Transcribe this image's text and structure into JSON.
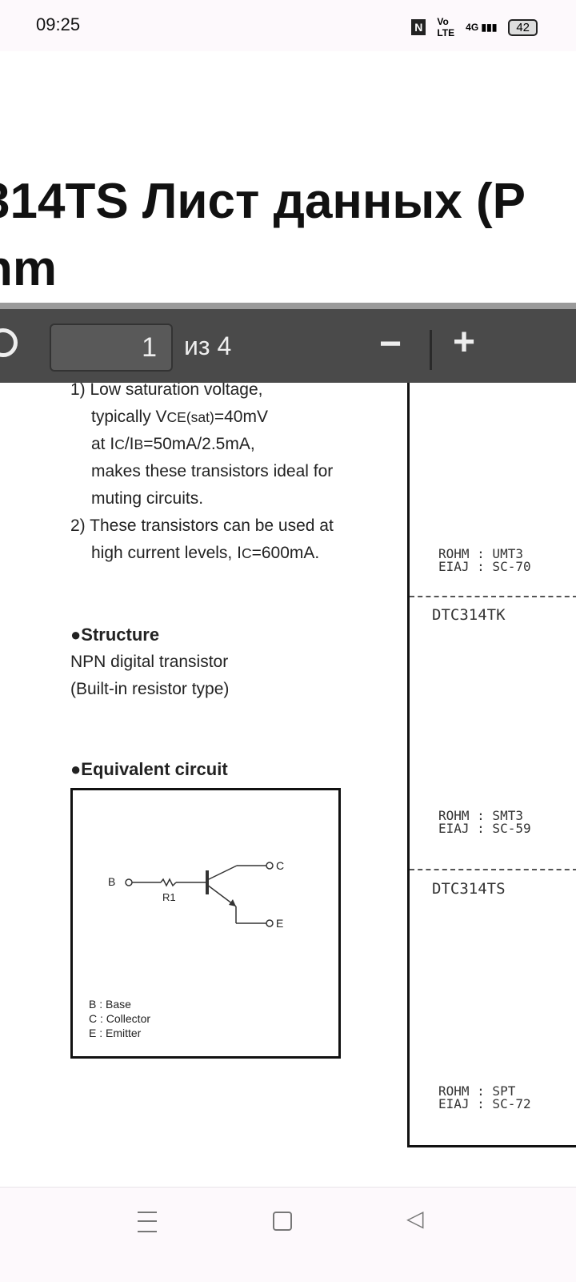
{
  "status": {
    "time": "09:25",
    "battery": "42",
    "network": "4G"
  },
  "title": {
    "line1": "314TS Лист данных (P",
    "line2": "hm"
  },
  "toolbar": {
    "page": "1",
    "of": "из 4",
    "zoom_out": "−",
    "zoom_in": "+"
  },
  "doc": {
    "features": [
      "1) Low saturation voltage,",
      "typically V",
      "CE(sat)",
      "=40mV",
      "at I",
      "C",
      "/I",
      "B",
      "=50mA/2.5mA,",
      "makes these transistors ideal for",
      "muting circuits.",
      "2) These transistors can be used at",
      "high current levels, I",
      "C",
      "=600mA."
    ],
    "structure_heading": "●Structure",
    "structure_lines": [
      "NPN digital transistor",
      "(Built-in resistor type)"
    ],
    "circuit_heading": "●Equivalent circuit",
    "circuit": {
      "b": "B",
      "c": "C",
      "e": "E",
      "r": "R1",
      "legend": [
        "B : Base",
        "C : Collector",
        "E : Emitter"
      ]
    },
    "packages": [
      {
        "name": "",
        "rohm": "ROHM : UMT3",
        "eiaj": "EIAJ : SC-70"
      },
      {
        "name": "DTC314TK",
        "rohm": "ROHM : SMT3",
        "eiaj": "EIAJ : SC-59"
      },
      {
        "name": "DTC314TS",
        "rohm": "ROHM : SPT",
        "eiaj": "EIAJ : SC-72"
      }
    ]
  }
}
